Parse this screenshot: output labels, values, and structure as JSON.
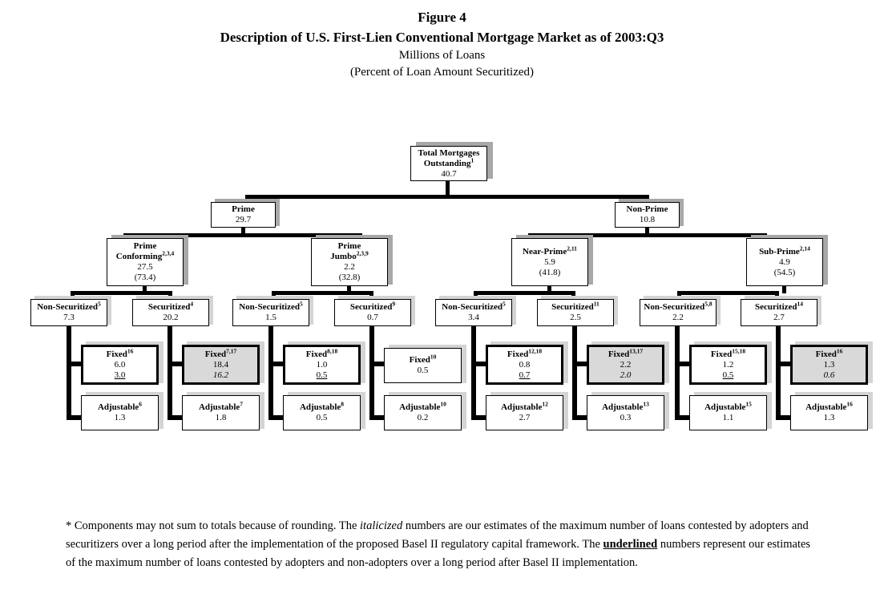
{
  "header": {
    "figure_label": "Figure 4",
    "title": "Description of U.S. First-Lien  Conventional Mortgage Market as of 2003:Q3",
    "subtitle": "Millions of Loans",
    "subtitle2": "(Percent of Loan Amount Securitized)"
  },
  "chart_data": {
    "type": "diagram",
    "title": "Description of U.S. First-Lien Conventional Mortgage Market as of 2003:Q3",
    "units": "Millions of Loans; (Percent of Loan Amount Securitized)",
    "nodes": [
      {
        "id": "total",
        "title": "Total Mortgages",
        "title2": "Outstanding",
        "sup": "1",
        "value": "40.7",
        "pct": "",
        "style": "shadow"
      },
      {
        "id": "prime",
        "title": "Prime",
        "sup": "",
        "value": "29.7",
        "pct": "",
        "style": "shadow"
      },
      {
        "id": "nonprime",
        "title": "Non-Prime",
        "sup": "",
        "value": "10.8",
        "pct": "",
        "style": "shadow"
      },
      {
        "id": "prime_conf",
        "title": "Prime",
        "title2": "Conforming",
        "sup": "2,3,4",
        "value": "27.5",
        "pct": "(73.4)",
        "style": "shadow"
      },
      {
        "id": "prime_jumbo",
        "title": "Prime",
        "title2": "Jumbo",
        "sup": "2,3,9",
        "value": "2.2",
        "pct": "(32.8)",
        "style": "shadow"
      },
      {
        "id": "near_prime",
        "title": "Near-Prime",
        "sup": "2,11",
        "value": "5.9",
        "pct": "(41.8)",
        "style": "shadow"
      },
      {
        "id": "sub_prime",
        "title": "Sub-Prime",
        "sup": "2,14",
        "value": "4.9",
        "pct": "(54.5)",
        "style": "shadow"
      },
      {
        "id": "ns1",
        "title": "Non-Securitized",
        "sup": "5",
        "value": "7.3",
        "style": "shadow"
      },
      {
        "id": "s1",
        "title": "Securitized",
        "sup": "4",
        "value": "20.2",
        "style": "shadow"
      },
      {
        "id": "ns2",
        "title": "Non-Securitized",
        "sup": "5",
        "value": "1.5",
        "style": "shadow"
      },
      {
        "id": "s2",
        "title": "Securitized",
        "sup": "9",
        "value": "0.7",
        "style": "shadow"
      },
      {
        "id": "ns3",
        "title": "Non-Securitized",
        "sup": "5",
        "value": "3.4",
        "style": "shadow"
      },
      {
        "id": "s3",
        "title": "Securitized",
        "sup": "11",
        "value": "2.5",
        "style": "shadow"
      },
      {
        "id": "ns4",
        "title": "Non-Securitized",
        "sup": "5,8",
        "value": "2.2",
        "style": "shadow"
      },
      {
        "id": "s4",
        "title": "Securitized",
        "sup": "14",
        "value": "2.7",
        "style": "shadow"
      },
      {
        "id": "f1",
        "title": "Fixed",
        "sup": "16",
        "value": "6.0",
        "extra": "3.0",
        "extra_style": "underline",
        "style": "bold"
      },
      {
        "id": "f2",
        "title": "Fixed",
        "sup": "7,17",
        "value": "18.4",
        "extra": "16.2",
        "extra_style": "italic",
        "style": "bold-gray"
      },
      {
        "id": "f3",
        "title": "Fixed",
        "sup": "8,18",
        "value": "1.0",
        "extra": "0.5",
        "extra_style": "underline",
        "style": "bold"
      },
      {
        "id": "f4",
        "title": "Fixed",
        "sup": "10",
        "value": "0.5",
        "extra": "",
        "extra_style": "",
        "style": "plain"
      },
      {
        "id": "f5",
        "title": "Fixed",
        "sup": "12,18",
        "value": "0.8",
        "extra": "0.7",
        "extra_style": "underline",
        "style": "bold"
      },
      {
        "id": "f6",
        "title": "Fixed",
        "sup": "13,17",
        "value": "2.2",
        "extra": "2.0",
        "extra_style": "italic",
        "style": "bold-gray"
      },
      {
        "id": "f7",
        "title": "Fixed",
        "sup": "15,18",
        "value": "1.2",
        "extra": "0.5",
        "extra_style": "underline",
        "style": "bold"
      },
      {
        "id": "f8",
        "title": "Fixed",
        "sup": "16",
        "value": "1.3",
        "extra": "0.6",
        "extra_style": "italic",
        "style": "bold-gray"
      },
      {
        "id": "a1",
        "title": "Adjustable",
        "sup": "6",
        "value": "1.3",
        "style": "plain"
      },
      {
        "id": "a2",
        "title": "Adjustable",
        "sup": "7",
        "value": "1.8",
        "style": "plain"
      },
      {
        "id": "a3",
        "title": "Adjustable",
        "sup": "8",
        "value": "0.5",
        "style": "plain"
      },
      {
        "id": "a4",
        "title": "Adjustable",
        "sup": "10",
        "value": "0.2",
        "style": "plain"
      },
      {
        "id": "a5",
        "title": "Adjustable",
        "sup": "12",
        "value": "2.7",
        "style": "plain"
      },
      {
        "id": "a6",
        "title": "Adjustable",
        "sup": "13",
        "value": "0.3",
        "style": "plain"
      },
      {
        "id": "a7",
        "title": "Adjustable",
        "sup": "15",
        "value": "1.1",
        "style": "plain"
      },
      {
        "id": "a8",
        "title": "Adjustable",
        "sup": "16",
        "value": "1.3",
        "style": "plain"
      }
    ]
  },
  "boxes": {
    "total": {
      "title": "Total Mortgages",
      "title2": "Outstanding",
      "sup": "1",
      "value": "40.7"
    },
    "prime": {
      "title": "Prime",
      "value": "29.7"
    },
    "nonprime": {
      "title": "Non-Prime",
      "value": "10.8"
    },
    "prime_conf": {
      "title": "Prime",
      "title2": "Conforming",
      "sup": "2,3,4",
      "value": "27.5",
      "pct": "(73.4)"
    },
    "prime_jumbo": {
      "title": "Prime",
      "title2": "Jumbo",
      "sup": "2,3,9",
      "value": "2.2",
      "pct": "(32.8)"
    },
    "near_prime": {
      "title": "Near-Prime",
      "sup": "2,11",
      "value": "5.9",
      "pct": "(41.8)"
    },
    "sub_prime": {
      "title": "Sub-Prime",
      "sup": "2,14",
      "value": "4.9",
      "pct": "(54.5)"
    },
    "ns1": {
      "title": "Non-Securitized",
      "sup": "5",
      "value": "7.3"
    },
    "s1": {
      "title": "Securitized",
      "sup": "4",
      "value": "20.2"
    },
    "ns2": {
      "title": "Non-Securitized",
      "sup": "5",
      "value": "1.5"
    },
    "s2": {
      "title": "Securitized",
      "sup": "9",
      "value": "0.7"
    },
    "ns3": {
      "title": "Non-Securitized",
      "sup": "5",
      "value": "3.4"
    },
    "s3": {
      "title": "Securitized",
      "sup": "11",
      "value": "2.5"
    },
    "ns4": {
      "title": "Non-Securitized",
      "sup": "5,8",
      "value": "2.2"
    },
    "s4": {
      "title": "Securitized",
      "sup": "14",
      "value": "2.7"
    },
    "f1": {
      "title": "Fixed",
      "sup": "16",
      "value": "6.0",
      "extra": "3.0"
    },
    "f2": {
      "title": "Fixed",
      "sup": "7,17",
      "value": "18.4",
      "extra": "16.2"
    },
    "f3": {
      "title": "Fixed",
      "sup": "8,18",
      "value": "1.0",
      "extra": "0.5"
    },
    "f4": {
      "title": "Fixed",
      "sup": "10",
      "value": "0.5"
    },
    "f5": {
      "title": "Fixed",
      "sup": "12,18",
      "value": "0.8",
      "extra": "0.7"
    },
    "f6": {
      "title": "Fixed",
      "sup": "13,17",
      "value": "2.2",
      "extra": "2.0"
    },
    "f7": {
      "title": "Fixed",
      "sup": "15,18",
      "value": "1.2",
      "extra": "0.5"
    },
    "f8": {
      "title": "Fixed",
      "sup": "16",
      "value": "1.3",
      "extra": "0.6"
    },
    "a1": {
      "title": "Adjustable",
      "sup": "6",
      "value": "1.3"
    },
    "a2": {
      "title": "Adjustable",
      "sup": "7",
      "value": "1.8"
    },
    "a3": {
      "title": "Adjustable",
      "sup": "8",
      "value": "0.5"
    },
    "a4": {
      "title": "Adjustable",
      "sup": "10",
      "value": "0.2"
    },
    "a5": {
      "title": "Adjustable",
      "sup": "12",
      "value": "2.7"
    },
    "a6": {
      "title": "Adjustable",
      "sup": "13",
      "value": "0.3"
    },
    "a7": {
      "title": "Adjustable",
      "sup": "15",
      "value": "1.1"
    },
    "a8": {
      "title": "Adjustable",
      "sup": "16",
      "value": "1.3"
    }
  },
  "footnote": {
    "part1": "* Components may not sum to totals because of rounding. The ",
    "italic1": "italicized",
    "part2": " numbers are our estimates of the maximum number of loans contested by adopters and securitizers over a long period after the implementation of the proposed Basel II regulatory capital framework. The ",
    "underlined1": "underlined",
    "part3": " numbers represent our estimates of the maximum number of loans contested by adopters and non-adopters over a long period after Basel II implementation."
  },
  "colors": {
    "shadow_dark": "#a8a8a8",
    "shadow_light": "#d4d4d4",
    "box_gray": "#d9d9d9",
    "line": "#000000"
  }
}
